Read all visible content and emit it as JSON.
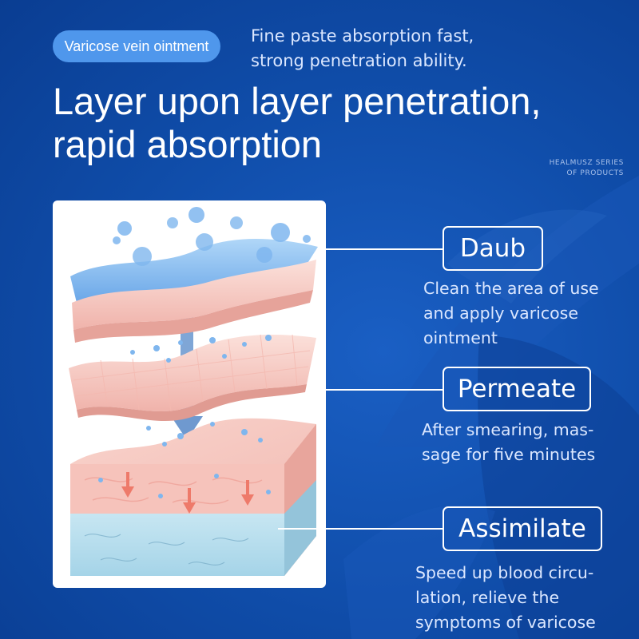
{
  "badge": {
    "label": "Varicose vein ointment"
  },
  "tagline": {
    "line1": "Fine paste absorption fast,",
    "line2": "strong penetration ability."
  },
  "headline": {
    "line1": "Layer upon layer penetration,",
    "line2": "rapid absorption"
  },
  "series": {
    "line1": "HEALMUSZ SERIES",
    "line2": "OF PRODUCTS"
  },
  "steps": [
    {
      "title": "Daub",
      "desc": [
        "Clean the area of use",
        "and apply varicose",
        "ointment"
      ]
    },
    {
      "title": "Permeate",
      "desc": [
        "After smearing, mas-",
        "sage for five minutes"
      ]
    },
    {
      "title": "Assimilate",
      "desc": [
        "Speed up blood circu-",
        "lation, relieve the",
        "symptoms of varicose"
      ]
    }
  ],
  "colors": {
    "background": "#0f4ca8",
    "badge": "#4f97ec",
    "text": "#ffffff",
    "muted_text": "#dbe7ff",
    "skin_pink": "#f7c9c2",
    "gel_blue": "#7fb6ee",
    "tissue_blue": "#b9dff0"
  }
}
